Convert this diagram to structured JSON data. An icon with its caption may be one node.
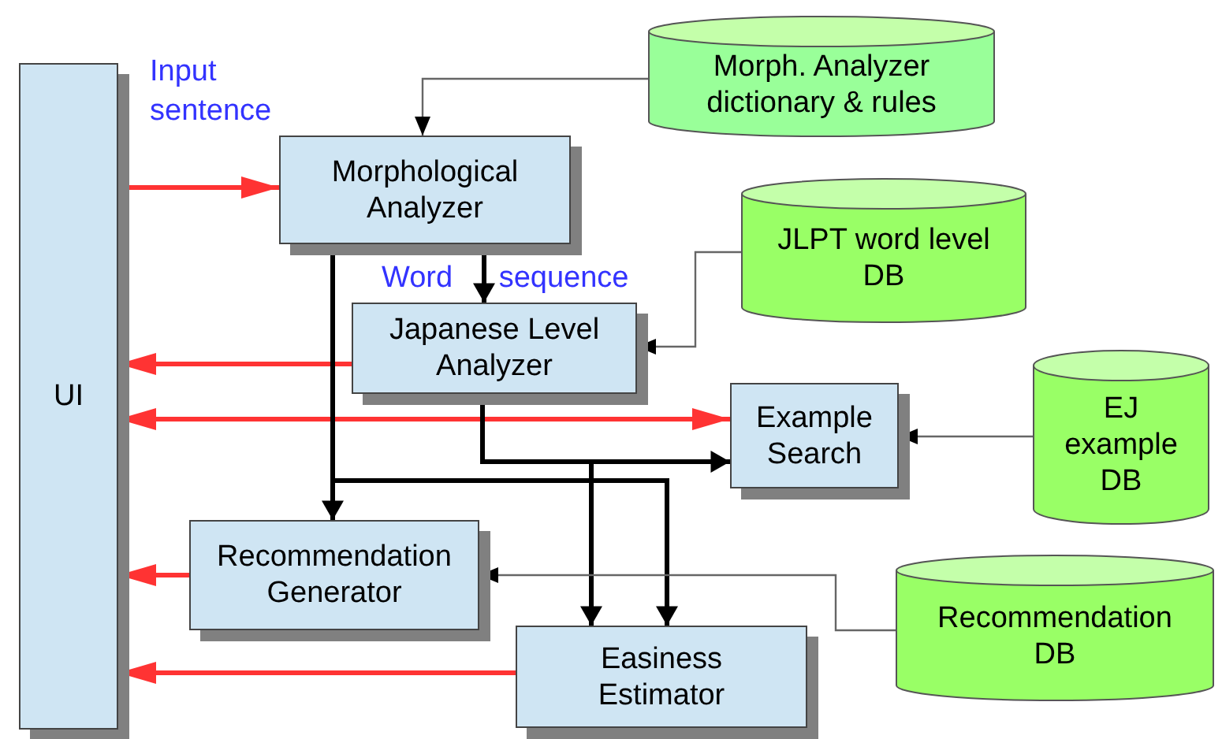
{
  "diagram": {
    "nodes": [
      {
        "text": [
          "UI"
        ]
      },
      {
        "text": [
          "Morphological Analyzer"
        ]
      },
      {
        "text": [
          "Japanese Level Analyzer"
        ]
      },
      {
        "text": [
          "Example Search"
        ]
      },
      {
        "text": [
          "Recommendation Generator"
        ]
      },
      {
        "text": [
          "Easiness Estimator"
        ]
      },
      {
        "text": [
          "Morph. Analyzer dictionary & rules"
        ]
      },
      {
        "text": [
          "JLPT word level DB"
        ]
      },
      {
        "text": [
          "EJ example DB"
        ]
      },
      {
        "text": [
          "Recommendation DB"
        ]
      }
    ],
    "edges": [
      {
        "from": 0,
        "to": 1,
        "arrow": "to",
        "label": "Input sentence",
        "color": "#ff3333"
      },
      {
        "from": 1,
        "to": 2,
        "arrow": "to",
        "label": "Word sequence",
        "color": "#000000"
      },
      {
        "from": 2,
        "to": 0,
        "arrow": "to",
        "color": "#ff3333"
      },
      {
        "from": 0,
        "to": 3,
        "arrow": "both",
        "color": "#ff3333"
      },
      {
        "from": 4,
        "to": 0,
        "arrow": "to",
        "color": "#ff3333"
      },
      {
        "from": 5,
        "to": 0,
        "arrow": "to",
        "color": "#ff3333"
      },
      {
        "from": 1,
        "to": 4,
        "arrow": "to",
        "color": "#000000"
      },
      {
        "from": 1,
        "to": 5,
        "arrow": "to",
        "color": "#000000"
      },
      {
        "from": 2,
        "to": 3,
        "arrow": "to",
        "color": "#000000"
      },
      {
        "from": 2,
        "to": 5,
        "arrow": "to",
        "color": "#000000"
      },
      {
        "from": 6,
        "to": 1,
        "arrow": "to",
        "color": "#666666"
      },
      {
        "from": 7,
        "to": 2,
        "arrow": "to",
        "color": "#666666"
      },
      {
        "from": 8,
        "to": 3,
        "arrow": "to",
        "color": "#666666"
      },
      {
        "from": 9,
        "to": 4,
        "arrow": "to",
        "color": "#666666"
      }
    ]
  }
}
